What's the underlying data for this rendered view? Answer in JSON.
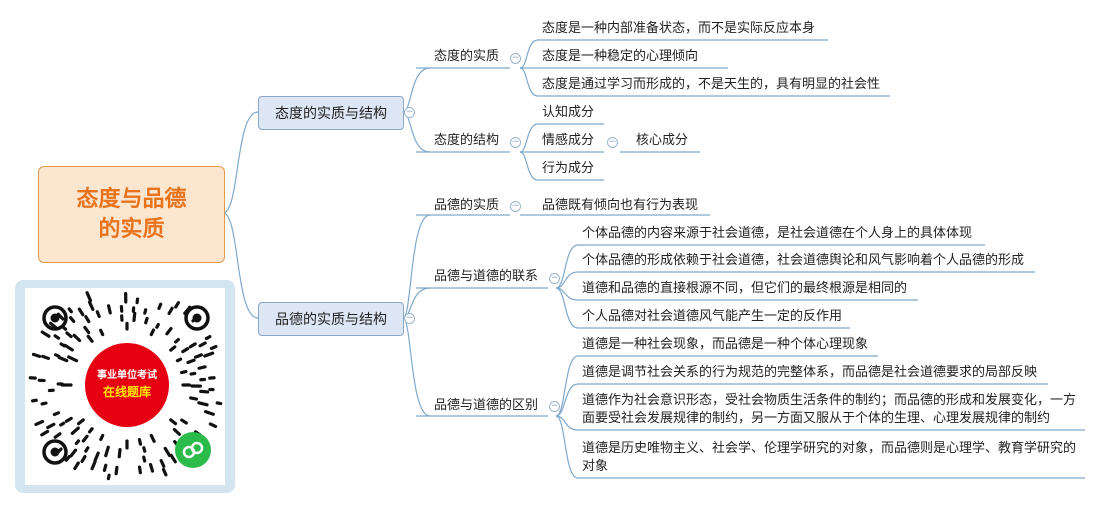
{
  "root": {
    "title": "态度与品德\n的实质"
  },
  "branches": [
    {
      "label": "态度的实质与结构",
      "children": [
        {
          "label": "态度的实质",
          "leaves": [
            "态度是一种内部准备状态，而不是实际反应本身",
            "态度是一种稳定的心理倾向",
            "态度是通过学习而形成的，不是天生的，具有明显的社会性"
          ]
        },
        {
          "label": "态度的结构",
          "leaves": [
            "认知成分",
            "情感成分",
            "行为成分"
          ],
          "sub_note": "核心成分"
        }
      ]
    },
    {
      "label": "品德的实质与结构",
      "children": [
        {
          "label": "品德的实质",
          "leaves": [
            "品德既有倾向也有行为表现"
          ]
        },
        {
          "label": "品德与道德的联系",
          "leaves": [
            "个体品德的内容来源于社会道德，是社会道德在个人身上的具体体现",
            "个体品德的形成依赖于社会道德，社会道德舆论和风气影响着个人品德的形成",
            "道德和品德的直接根源不同，但它们的最终根源是相同的",
            "个人品德对社会道德风气能产生一定的反作用"
          ]
        },
        {
          "label": "品德与道德的区别",
          "leaves": [
            "道德是一种社会现象，而品德是一种个体心理现象",
            "道德是调节社会关系的行为规范的完整体系，而品德是社会道德要求的局部反映",
            "道德作为社会意识形态，受社会物质生活条件的制约；而品德的形成和发展变化，一方面要受社会发展规律的制约，另一方面又服从于个体的生理、心理发展规律的制约",
            "道德是历史唯物主义、社会学、伦理学研究的对象，而品德则是心理学、教育学研究的对象"
          ]
        }
      ]
    }
  ],
  "qr": {
    "line1": "事业单位考试",
    "line2": "在线题库"
  },
  "colors": {
    "line": "#7fa9cc",
    "root_fill": "#fde6cf",
    "root_text": "#e8731d",
    "main_fill": "#dce6f4",
    "badge": "#e60012"
  }
}
